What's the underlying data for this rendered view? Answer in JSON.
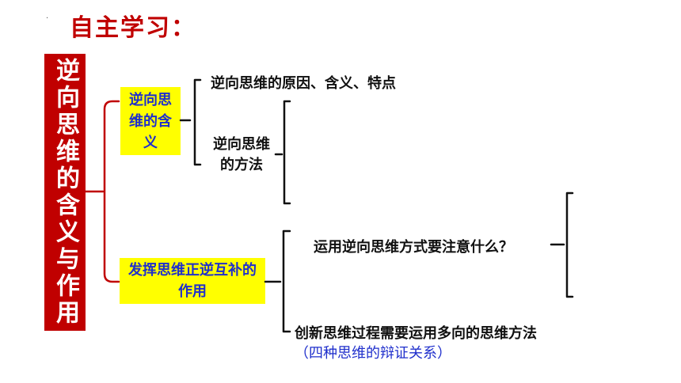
{
  "colors": {
    "accent_red": "#c00000",
    "highlight": "#ffff00",
    "blue_text": "#1f2fcc"
  },
  "header": {
    "title": "自主学习："
  },
  "root": {
    "label": "逆向思维的含义与作用"
  },
  "branch1": {
    "label": "逆向思维的含义",
    "items": [
      "逆向思维的原因、含义、特点",
      "逆向思维的方法"
    ]
  },
  "branch2": {
    "label": "发挥思维正逆互补的作用",
    "items": [
      "运用逆向思维方式要注意什么？",
      "创新思维过程需要运用多向的思维方法"
    ],
    "note": "（四种思维的辩证关系）"
  }
}
